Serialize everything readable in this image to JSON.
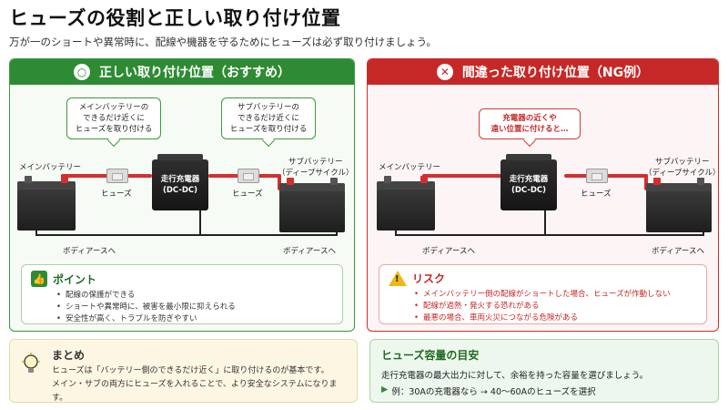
{
  "title": "ヒューズの役割と正しい取り付け位置",
  "subtitle": "万が一のショートや異常時に、配線や機器を守るためにヒューズは必ず取り付けましょう。",
  "colors": {
    "good": "#2e8b34",
    "bad": "#c62828",
    "wire_positive": "#d32f2f",
    "warning": "#f2b619"
  },
  "good_panel": {
    "header_icon": "○",
    "header": "正しい取り付け位置（おすすめ）",
    "callout_main": [
      "メインバッテリーの",
      "できるだけ近くに",
      "ヒューズを取り付ける"
    ],
    "callout_sub": [
      "サブバッテリーの",
      "できるだけ近くに",
      "ヒューズを取り付ける"
    ],
    "main_battery": "メインバッテリー",
    "sub_battery": [
      "サブバッテリー",
      "（ディープサイクル）"
    ],
    "charger": [
      "走行充電器",
      "(DC-DC)"
    ],
    "fuse": "ヒューズ",
    "ground": "ボディアースへ",
    "point_title": "ポイント",
    "points": [
      "配線の保護ができる",
      "ショートや異常時に、被害を最小限に抑えられる",
      "安全性が高く、トラブルを防ぎやすい"
    ]
  },
  "bad_panel": {
    "header_icon": "✕",
    "header": "間違った取り付け位置（NG例）",
    "callout": [
      "充電器の近くや",
      "遠い位置に付けると…"
    ],
    "main_battery": "メインバッテリー",
    "sub_battery": [
      "サブバッテリー",
      "（ディープサイクル）"
    ],
    "charger": [
      "走行充電器",
      "(DC-DC)"
    ],
    "fuse": "ヒューズ",
    "ground": "ボディアースへ",
    "risk_title": "リスク",
    "risks": [
      "メインバッテリー側の配線がショートした場合、ヒューズが作動しない",
      "配線が過熱・発火する恐れがある",
      "最悪の場合、車両火災につながる危険がある"
    ]
  },
  "summary": {
    "icon": "lightbulb-icon",
    "title": "まとめ",
    "lines": [
      "ヒューズは「バッテリー側のできるだけ近く」に取り付けるのが基本です。",
      "メイン・サブの両方にヒューズを入れることで、より安全なシステムになります。"
    ]
  },
  "capacity": {
    "title": "ヒューズ容量の目安",
    "text": "走行充電器の最大出力に対して、余裕を持った容量を選びましょう。",
    "example_marker": "▶",
    "example": "例：30Aの充電器なら → 40～60Aのヒューズを選択"
  }
}
